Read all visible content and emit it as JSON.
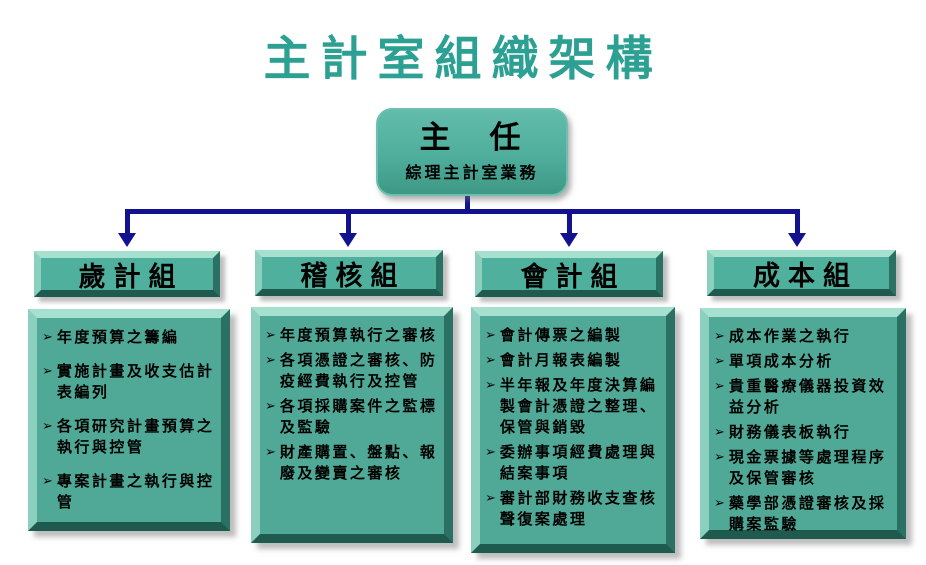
{
  "title": {
    "text": "主計室組織架構"
  },
  "director": {
    "title": "主　任",
    "subtitle": "綜理主計室業務"
  },
  "glyphs": {
    "bullet": "➢"
  },
  "colors": {
    "title_teal": "#2ba093",
    "box_fill": "#4fa996",
    "header_fill": "#4fb09d",
    "bevel_light": "#a6e0cf",
    "bevel_dark": "#1e5a4d",
    "connector_navy": "#12128f",
    "text": "#000000",
    "background": "#ffffff"
  },
  "departments": [
    {
      "name": "歲計組",
      "duties": [
        "年度預算之籌編",
        "實施計畫及收支估計表編列",
        "各項研究計畫預算之執行與控管",
        "專案計畫之執行與控管"
      ]
    },
    {
      "name": "稽核組",
      "duties": [
        "年度預算執行之審核",
        "各項憑證之審核、防疫經費執行及控管",
        "各項採購案件之監標及監驗",
        "財產購置、盤點、報廢及變賣之審核"
      ]
    },
    {
      "name": "會計組",
      "duties": [
        "會計傳票之編製",
        "會計月報表編製",
        "半年報及年度決算編製會計憑證之整理、保管與銷毀",
        "委辦事項經費處理與結案事項",
        "審計部財務收支查核聲復案處理"
      ]
    },
    {
      "name": "成本組",
      "duties": [
        "成本作業之執行",
        "單項成本分析",
        "貴重醫療儀器投資效益分析",
        "財務儀表板執行",
        "現金票據等處理程序及保管審核",
        "藥學部憑證審核及採購案監驗"
      ]
    }
  ]
}
